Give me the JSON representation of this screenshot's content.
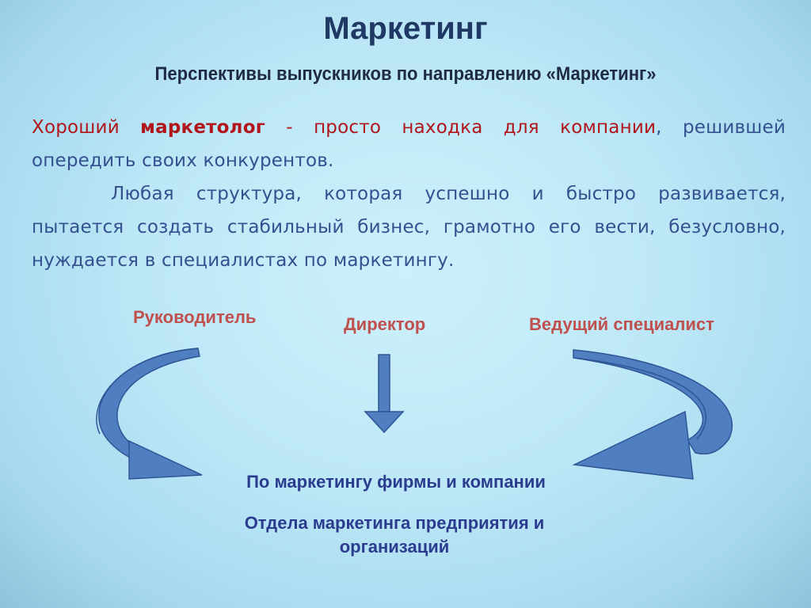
{
  "header": {
    "title": "Маркетинг",
    "subtitle": "Перспективы выпускников по направлению «Маркетинг»"
  },
  "body": {
    "p1_part1": "Хороший ",
    "p1_bold": "маркетолог",
    "p1_part2": " - просто находка для компании",
    "p1_part3": ", решившей опередить своих конкурентов.",
    "p2": "Любая структура, которая успешно и быстро развивается, пытается создать стабильный бизнес, грамотно его вести, безусловно, нуждается в специалистах по маркетингу."
  },
  "roles": {
    "left": "Руководитель",
    "center": "Директор",
    "right": "Ведущий специалист"
  },
  "targets": {
    "line1": "По маркетингу фирмы и компании",
    "line2": "Отдела маркетинга предприятия и организаций"
  },
  "colors": {
    "arrow_fill": "#4f7fc0",
    "arrow_stroke": "#2f5597",
    "role_text": "#c0504d",
    "target_text": "#2b3c8f"
  }
}
